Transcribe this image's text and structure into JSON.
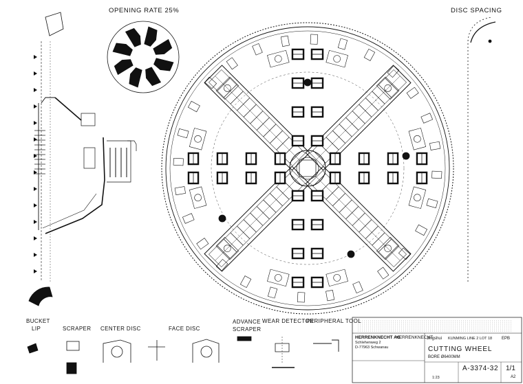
{
  "headings": {
    "opening_rate": "OPENING RATE 25%",
    "disc_spacing": "DISC SPACING"
  },
  "tools": {
    "bucket": "BUCKET",
    "lip": "LIP",
    "scraper": "SCRAPER",
    "center_disc": "CENTER DISC",
    "face_disc": "FACE DISC",
    "advance_scraper": "ADVANCE\nSCRAPER",
    "wear_detector": "WEAR DETECTOR",
    "peripheral_tool": "PERIPHERAL TOOL"
  },
  "title_block": {
    "company": "HERRENKNECHT AG",
    "company_logo": "HERRENKNECHT",
    "address_street": "Schlehenweg 2",
    "address_city": "D-77963 Schwanau",
    "project": "Jingshui",
    "project_detail": "KUNMING LINE 2 LOT 18",
    "drawing_title": "CUTTING WHEEL",
    "bore": "BORE Ø6400MM",
    "drawing_number": "A-3374-32",
    "sheet": "1/1",
    "revision": "EPB",
    "format": "A2",
    "scale": "1:23"
  },
  "colors": {
    "ink": "#111111",
    "paper": "#ffffff"
  }
}
